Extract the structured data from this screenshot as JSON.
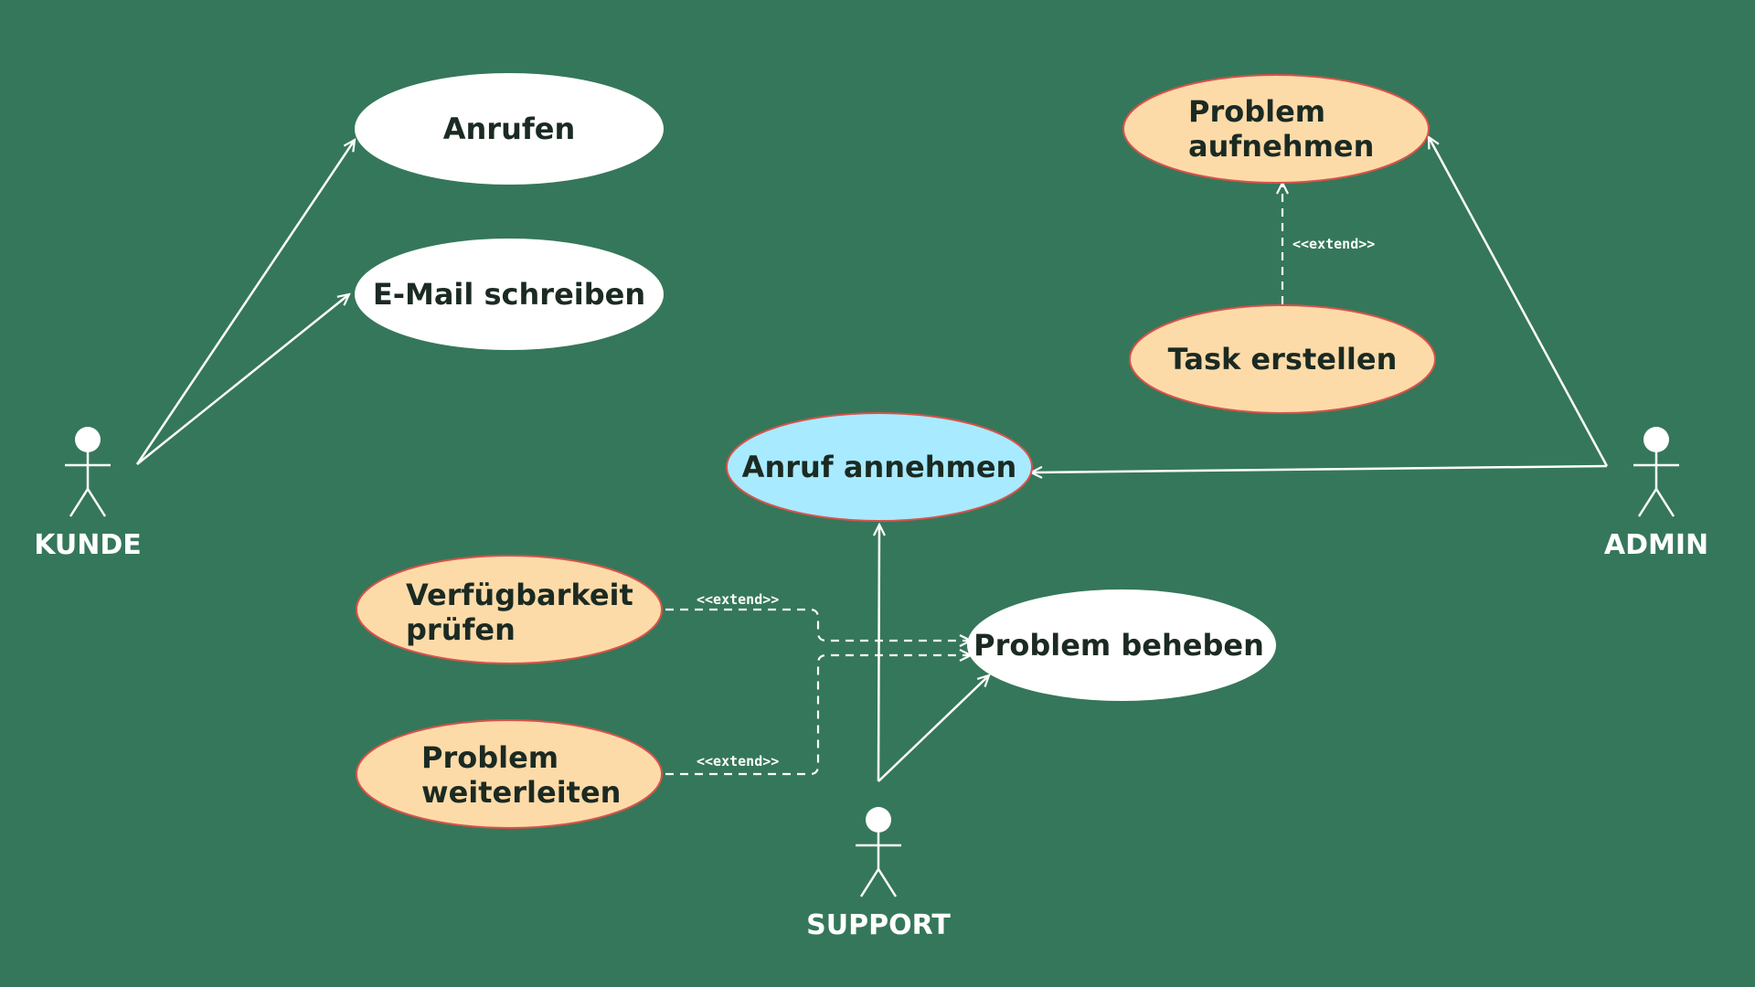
{
  "colors": {
    "background": "#35775a",
    "usecase_white": "#ffffff",
    "usecase_orange": "#fddba9",
    "usecase_blue": "#a8eaff",
    "usecase_border": "#d9524a",
    "line": "#ffffff",
    "text_dark": "#1b2a22"
  },
  "actors": {
    "kunde": "KUNDE",
    "admin": "ADMIN",
    "support": "SUPPORT"
  },
  "usecases": {
    "anrufen": [
      "Anrufen"
    ],
    "email": [
      "E-Mail schreiben"
    ],
    "problem_aufnehmen": [
      "Problem",
      "aufnehmen"
    ],
    "task_erstellen": [
      "Task erstellen"
    ],
    "anruf_annehmen": [
      "Anruf annehmen"
    ],
    "verfuegbarkeit": [
      "Verfügbarkeit",
      "prüfen"
    ],
    "problem_beheben": [
      "Problem beheben"
    ],
    "problem_weiterleiten": [
      "Problem",
      "weiterleiten"
    ]
  },
  "relations": {
    "extend_task": "<<extend>>",
    "extend_verfuegbarkeit": "<<extend>>",
    "extend_weiterleiten": "<<extend>>"
  }
}
